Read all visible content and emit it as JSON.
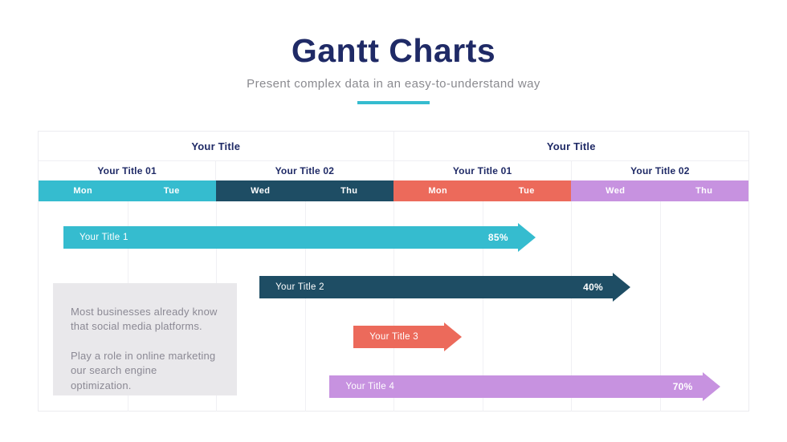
{
  "slide": {
    "title": "Gantt Charts",
    "subtitle": "Present complex data in an easy-to-understand way"
  },
  "colors": {
    "accent": "#35BCCF",
    "navy": "#1F2A66",
    "teal": "#35BCCF",
    "dark_teal": "#1E4D64",
    "salmon": "#EC6A5B",
    "purple": "#C792E0",
    "note_bg": "#E9E8EB",
    "note_text": "#8B8994",
    "grid_line": "#F0F0F4"
  },
  "table_header": {
    "groups": [
      "Your Title",
      "Your Title"
    ],
    "subgroups": [
      "Your Title 01",
      "Your Title 02",
      "Your Title 01",
      "Your Title 02"
    ],
    "days": [
      {
        "label": "Mon",
        "color": "#35BCCF"
      },
      {
        "label": "Tue",
        "color": "#35BCCF"
      },
      {
        "label": "Wed",
        "color": "#1E4D64"
      },
      {
        "label": "Thu",
        "color": "#1E4D64"
      },
      {
        "label": "Mon",
        "color": "#EC6A5B"
      },
      {
        "label": "Tue",
        "color": "#EC6A5B"
      },
      {
        "label": "Wed",
        "color": "#C792E0"
      },
      {
        "label": "Thu",
        "color": "#C792E0"
      }
    ]
  },
  "chart_data": {
    "type": "gantt",
    "title": "Gantt Charts",
    "columns": [
      "Mon",
      "Tue",
      "Wed",
      "Thu",
      "Mon",
      "Tue",
      "Wed",
      "Thu"
    ],
    "column_groups": [
      "Your Title 01",
      "Your Title 02",
      "Your Title 01",
      "Your Title 02"
    ],
    "axis_range_columns": [
      0,
      8
    ],
    "grid": true,
    "tasks": [
      {
        "label": "Your Title 1",
        "percent": "85%",
        "color": "#35BCCF",
        "start": 0.28,
        "end": 5.6
      },
      {
        "label": "Your Title 2",
        "percent": "40%",
        "color": "#1E4D64",
        "start": 2.49,
        "end": 6.67
      },
      {
        "label": "Your Title 3",
        "percent": "",
        "color": "#EC6A5B",
        "start": 3.55,
        "end": 4.77
      },
      {
        "label": "Your Title 4",
        "percent": "70%",
        "color": "#C792E0",
        "start": 3.28,
        "end": 7.68
      }
    ]
  },
  "note": {
    "paragraph1": "Most businesses already know that social media platforms.",
    "paragraph2": "Play a role in online marketing our search engine optimization."
  }
}
